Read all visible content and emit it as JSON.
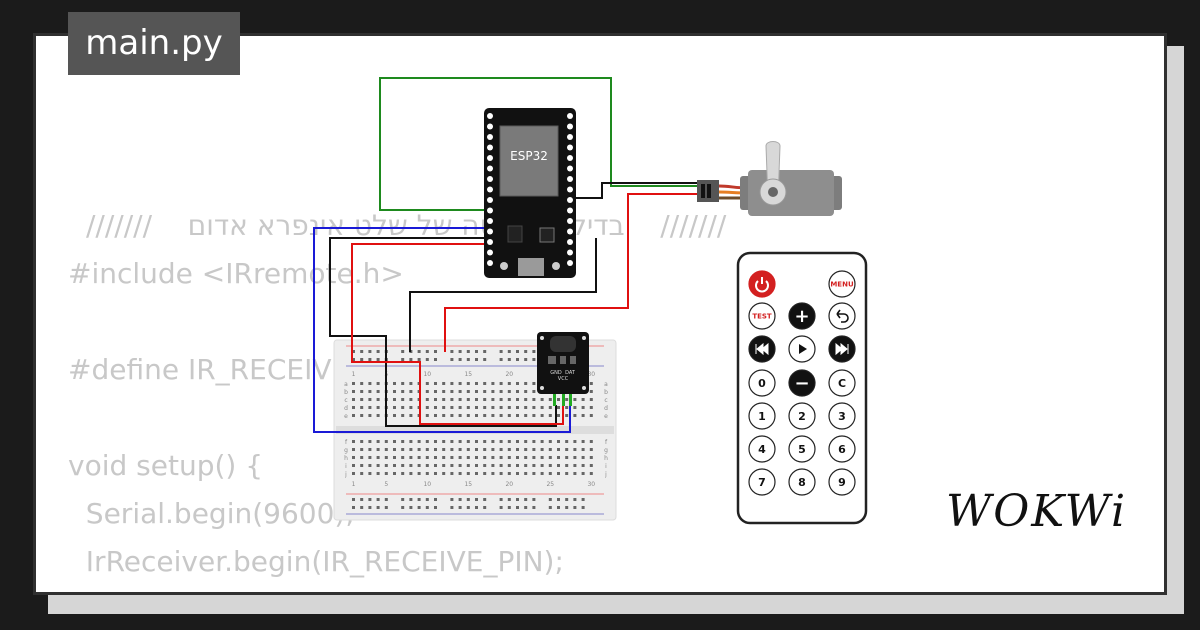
{
  "tab": {
    "filename": "main.py"
  },
  "code_lines": [
    "///////    בדיקת קליטה של שלט אינפרא אדום    ///////",
    "#include <IRremote.h>",
    "",
    "#define IR_RECEIVE_PIN 15",
    "",
    "void setup() {",
    "  Serial.begin(9600);",
    "  IrReceiver.begin(IR_RECEIVE_PIN);",
    "}"
  ],
  "board": {
    "label": "ESP32"
  },
  "breadboard": {
    "column_numbers": [
      "1",
      "5",
      "10",
      "15",
      "20",
      "25",
      "30"
    ],
    "row_letters_top": [
      "a",
      "b",
      "c",
      "d",
      "e"
    ],
    "row_letters_bottom": [
      "f",
      "g",
      "h",
      "i",
      "j"
    ]
  },
  "ir_receiver": {
    "pin_labels": [
      "GND",
      "VCC",
      "DAT"
    ]
  },
  "remote": {
    "buttons": [
      [
        "power",
        "MENU"
      ],
      [
        "TEST",
        "+",
        "back"
      ],
      [
        "prev",
        "play",
        "next"
      ],
      [
        "0",
        "−",
        "C"
      ],
      [
        "1",
        "2",
        "3"
      ],
      [
        "4",
        "5",
        "6"
      ],
      [
        "7",
        "8",
        "9"
      ]
    ]
  },
  "brand": {
    "logo_text": "WOKWi"
  },
  "colors": {
    "wire_green": "#1e8a1e",
    "wire_black": "#111111",
    "wire_red": "#e01010",
    "wire_blue": "#1a1ad6",
    "power_red": "#d32020"
  }
}
